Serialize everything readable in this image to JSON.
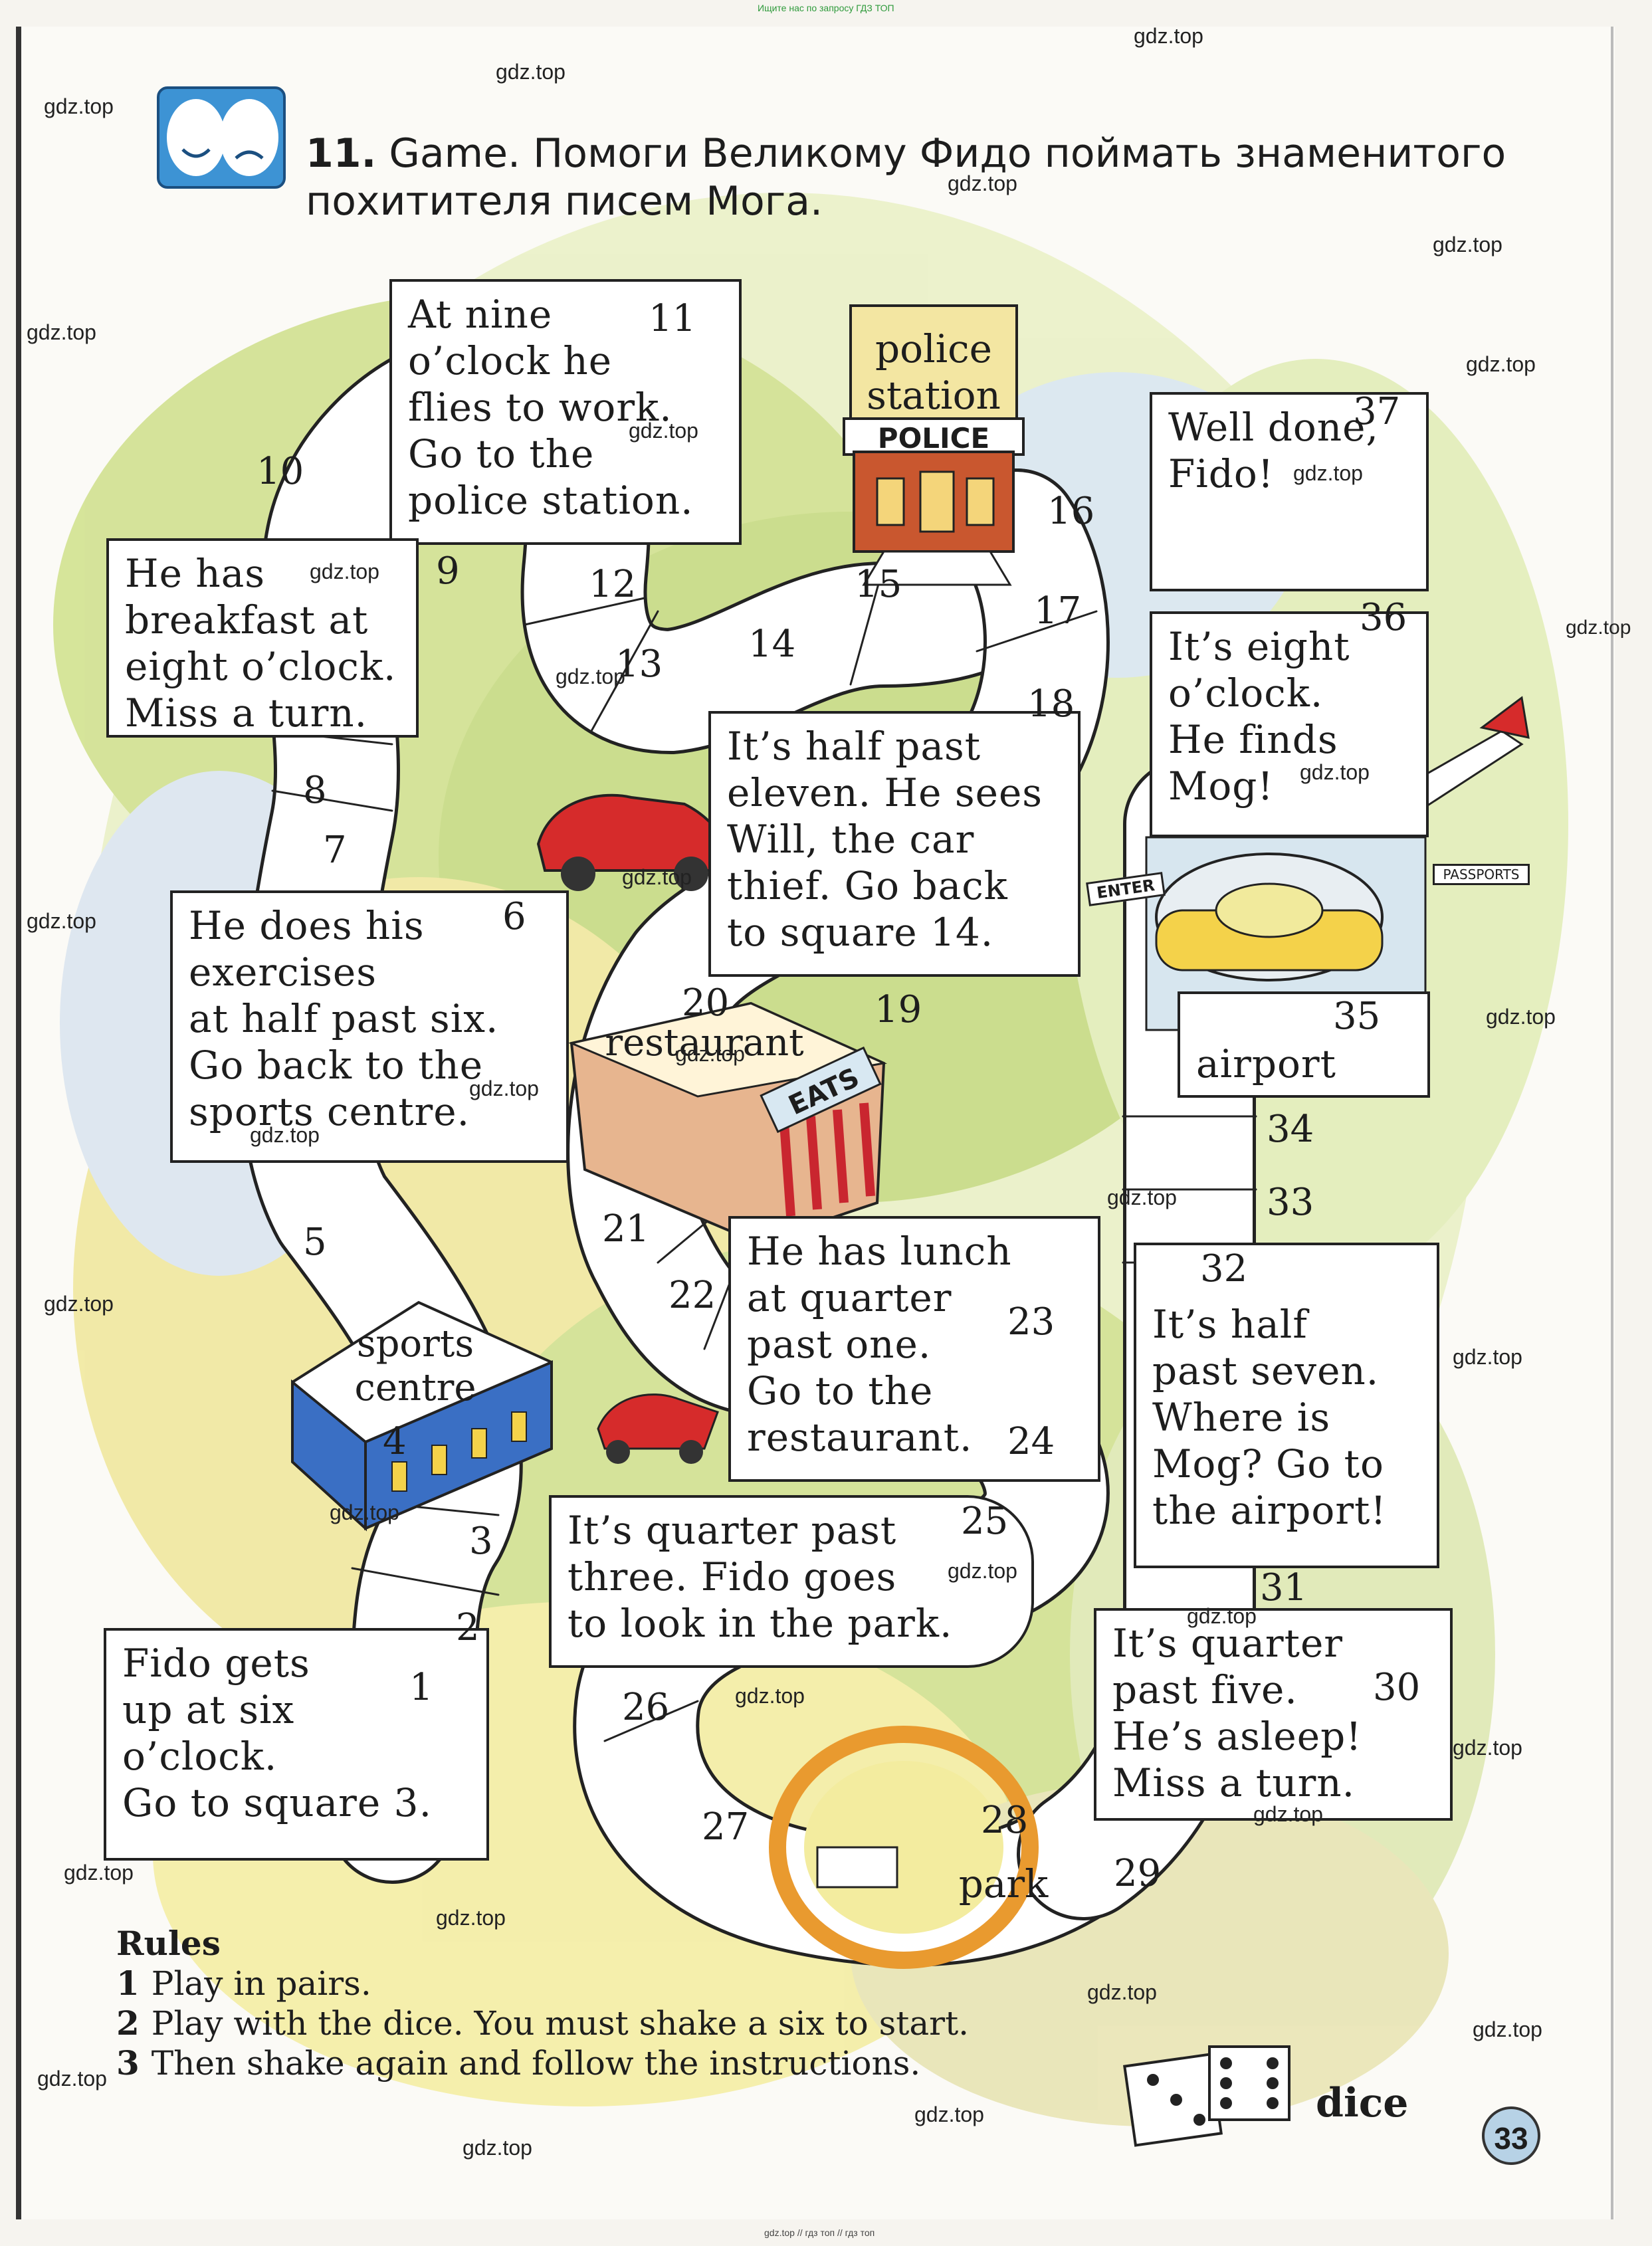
{
  "top_note": "Ищите нас по запросу ГДЗ ТОП",
  "bottom_note": "gdz.top // гдз топ // гдз топ",
  "watermark": "gdz.top",
  "exercise": {
    "number": "11.",
    "word": "Game.",
    "line1": "Помоги Великому Фидо поймать знаменитого",
    "line2": "похитителя писем Мога."
  },
  "boxes": {
    "b11": [
      "At nine",
      "o’clock he",
      "flies to work.",
      "Go to the",
      "police station."
    ],
    "b9": [
      "He has",
      "breakfast at",
      "eight o’clock.",
      "Miss a turn."
    ],
    "b18": [
      "It’s half past",
      "eleven. He sees",
      "Will, the car",
      "thief. Go back",
      "to square 14."
    ],
    "b6": [
      "He does his",
      "exercises",
      "at half past six.",
      "Go back to the",
      "sports centre."
    ],
    "b37": [
      "Well done,",
      "Fido!"
    ],
    "b36": [
      "It’s eight",
      "o’clock.",
      "He finds",
      "Mog!"
    ],
    "b23": [
      "He has lunch",
      "at quarter",
      "past one.",
      "Go to the",
      "restaurant."
    ],
    "b32": [
      "It’s half",
      "past seven.",
      "Where is",
      "Mog? Go to",
      "the airport!"
    ],
    "b25": [
      "It’s quarter past",
      "three. Fido goes",
      "to look in the park."
    ],
    "b1": [
      "Fido gets",
      "up at six",
      "o’clock.",
      "Go to square 3."
    ],
    "b30": [
      "It’s quarter",
      "past five.",
      "He’s asleep!",
      "Miss a turn."
    ]
  },
  "numbers": {
    "n2": "2",
    "n3": "3",
    "n4": "4",
    "n5": "5",
    "n7": "7",
    "n8": "8",
    "n10": "10",
    "n12": "12",
    "n13": "13",
    "n14": "14",
    "n15": "15",
    "n16": "16",
    "n17": "17",
    "n19": "19",
    "n20": "20",
    "n21": "21",
    "n22": "22",
    "n24": "24",
    "n26": "26",
    "n27": "27",
    "n28": "28",
    "n29": "29",
    "n31": "31",
    "n33": "33",
    "n34": "34",
    "n35": "35",
    "n1": "1",
    "n6": "6",
    "n9": "9",
    "n11": "11",
    "n18": "18",
    "n23": "23",
    "n25": "25",
    "n30": "30",
    "n32": "32",
    "n36": "36",
    "n37": "37"
  },
  "places": {
    "police": [
      "police",
      "station"
    ],
    "police_sign": "POLICE",
    "restaurant": "restaurant",
    "eats_sign": "EATS",
    "sports": [
      "sports",
      "centre"
    ],
    "airport": "airport",
    "park": "park",
    "enter_sign": "ENTER",
    "passports_sign": "PASSPORTS"
  },
  "rules": {
    "title": "Rules",
    "items": [
      {
        "n": "1",
        "text": "Play in pairs."
      },
      {
        "n": "2",
        "text": "Play with the dice. You must shake a six to start."
      },
      {
        "n": "3",
        "text": "Then shake again and follow the instructions."
      }
    ]
  },
  "dice_label": "dice",
  "page_number": "33",
  "colors": {
    "board_green": "#c9dc86",
    "board_yellow": "#f1ea9c",
    "board_blue": "#c7dbe8",
    "path_white": "#ffffff",
    "page_circle": "#b7d2e6"
  }
}
